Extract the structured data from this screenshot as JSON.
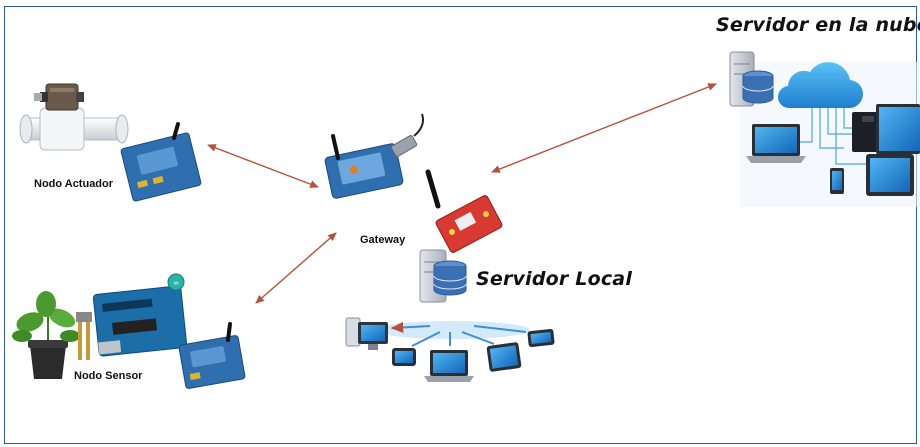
{
  "labels": {
    "cloud_server": "Servidor en la nube",
    "actuator_node": "Nodo Actuador",
    "gateway": "Gateway",
    "local_server": "Servidor Local",
    "sensor_node": "Nodo Sensor"
  },
  "colors": {
    "frame": "#2f5c8f",
    "arrow": "#b5523c",
    "xbee_board": "#2f6fb0",
    "shield_red": "#d83a32",
    "cloud": "#2b9be0",
    "server_gray": "#c9ced6",
    "server_disk": "#3b6fb3",
    "device_screen": "#1e88d6",
    "arduino_blue": "#1b6ea8",
    "plant_green": "#4a9a2e"
  },
  "icons": [
    "solenoid-valve-icon",
    "xbee-module-icon",
    "gateway-board-icon",
    "server-icon",
    "cloud-icon",
    "laptop-icon",
    "desktop-icon",
    "tablet-icon",
    "phone-icon",
    "plant-pot-icon",
    "arduino-board-icon",
    "wifi-antenna-icon"
  ]
}
